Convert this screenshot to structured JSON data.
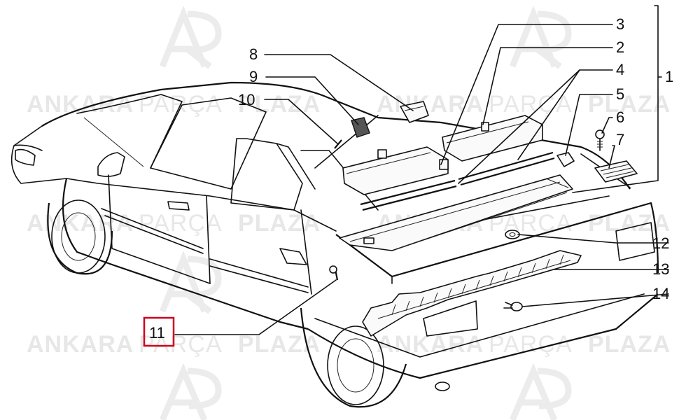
{
  "watermark": {
    "word1": "ANKARA",
    "word2": "PARÇA",
    "word3": "PLAZA",
    "logo_glyph": "AP"
  },
  "callouts": [
    {
      "id": "c1",
      "label": "1"
    },
    {
      "id": "c2",
      "label": "2"
    },
    {
      "id": "c3",
      "label": "3"
    },
    {
      "id": "c4",
      "label": "4"
    },
    {
      "id": "c5",
      "label": "5"
    },
    {
      "id": "c6",
      "label": "6"
    },
    {
      "id": "c7",
      "label": "7"
    },
    {
      "id": "c8",
      "label": "8"
    },
    {
      "id": "c9",
      "label": "9"
    },
    {
      "id": "c10",
      "label": "10"
    },
    {
      "id": "c11",
      "label": "11",
      "highlighted": true
    },
    {
      "id": "c12",
      "label": "12"
    },
    {
      "id": "c13",
      "label": "13"
    },
    {
      "id": "c14",
      "label": "14"
    }
  ],
  "colors": {
    "line": "#111111",
    "highlight_box": "#d0021b",
    "watermark": "#e7e7e7"
  }
}
